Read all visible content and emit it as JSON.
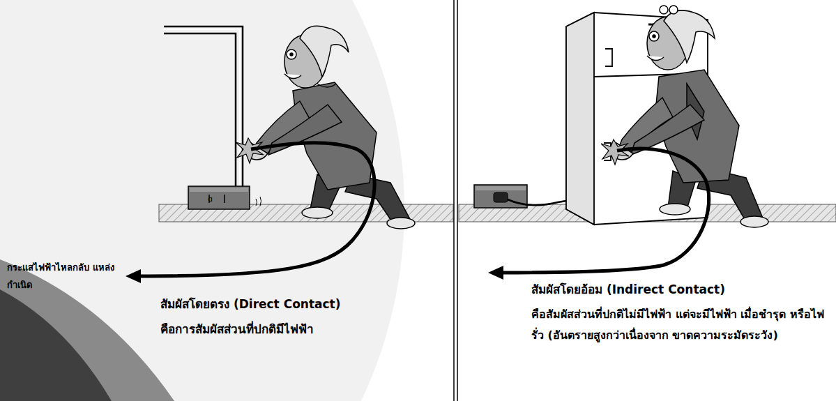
{
  "diagram": {
    "labels": [
      "กระแสไฟฟ้าไหลกลับ แหล่งกำเนิด",
      "สัมผัสโดยตรง (Direct Contact)",
      "คือการสัมผัสส่วนที่ปกติมีไฟฟ้า",
      "สัมผัสโดยอ้อม (Indirect Contact)",
      "คือสัมผัสส่วนที่ปกติไม่มีไฟฟ้า แต่จะมีไฟฟ้า เมื่อชำรุด หรือไฟรั่ว (อันตรายสูงกว่าเนื่องจาก ขาดความระมัดระวัง)"
    ]
  }
}
